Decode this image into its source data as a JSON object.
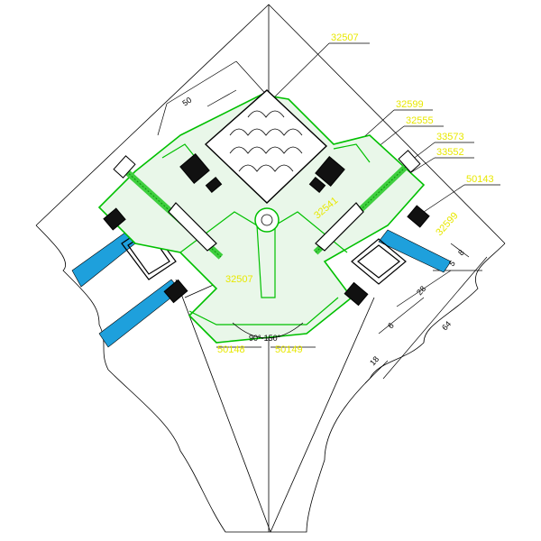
{
  "drawing": {
    "part_labels": {
      "top": "32507",
      "upper_right_1": "32599",
      "upper_right_2": "32555",
      "upper_right_3": "33573",
      "upper_right_4": "33552",
      "right": "50143",
      "center_left": "32507",
      "center_right": "32541",
      "right_tilted": "32599",
      "bottom_left": "50148",
      "bottom_right": "50149"
    },
    "dimensions": {
      "top_diag": "50",
      "right_8": "8",
      "right_5": "5",
      "right_28": "28",
      "right_64": "64",
      "bottom_6": "6",
      "bottom_18": "18",
      "angle_range": "90°-150°"
    },
    "colors": {
      "label": "#e8e800",
      "profile": "#00c000",
      "glass": "#1ea0dc",
      "gasket": "#000000",
      "line": "#000000"
    }
  }
}
